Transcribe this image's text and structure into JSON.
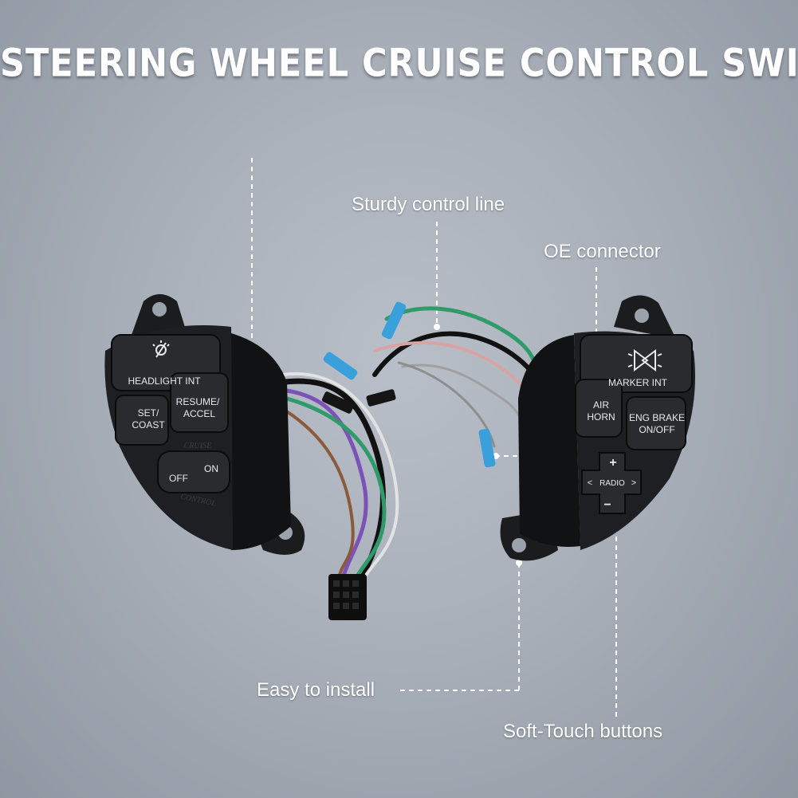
{
  "headline": "STEERING WHEEL CRUISE CONTROL SWITCH",
  "callouts": {
    "sturdy_control_line": "Sturdy control line",
    "oe_connector": "OE connector",
    "easy_to_install": "Easy to install",
    "soft_touch_buttons": "Soft-Touch buttons"
  },
  "left_switch": {
    "headlight": "HEADLIGHT INT",
    "set_line1": "SET/",
    "set_line2": "COAST",
    "resume_line1": "RESUME/",
    "resume_line2": "ACCEL",
    "off": "OFF",
    "on": "ON",
    "cruise_line1": "CRUISE",
    "cruise_line2": "CONTROL"
  },
  "right_switch": {
    "marker": "MARKER INT",
    "air_line1": "AIR",
    "air_line2": "HORN",
    "eng_line1": "ENG BRAKE",
    "eng_line2": "ON/OFF",
    "plus": "+",
    "radio": "RADIO",
    "minus": "−",
    "left_arrow": "<",
    "right_arrow": ">"
  },
  "colors": {
    "background": "#aab1bb",
    "housing": "#1b1c1e",
    "text": "#ffffff",
    "wire_green": "#2f9a6a",
    "wire_pink": "#d9a3a3",
    "connector_blue": "#3aa0dc"
  }
}
